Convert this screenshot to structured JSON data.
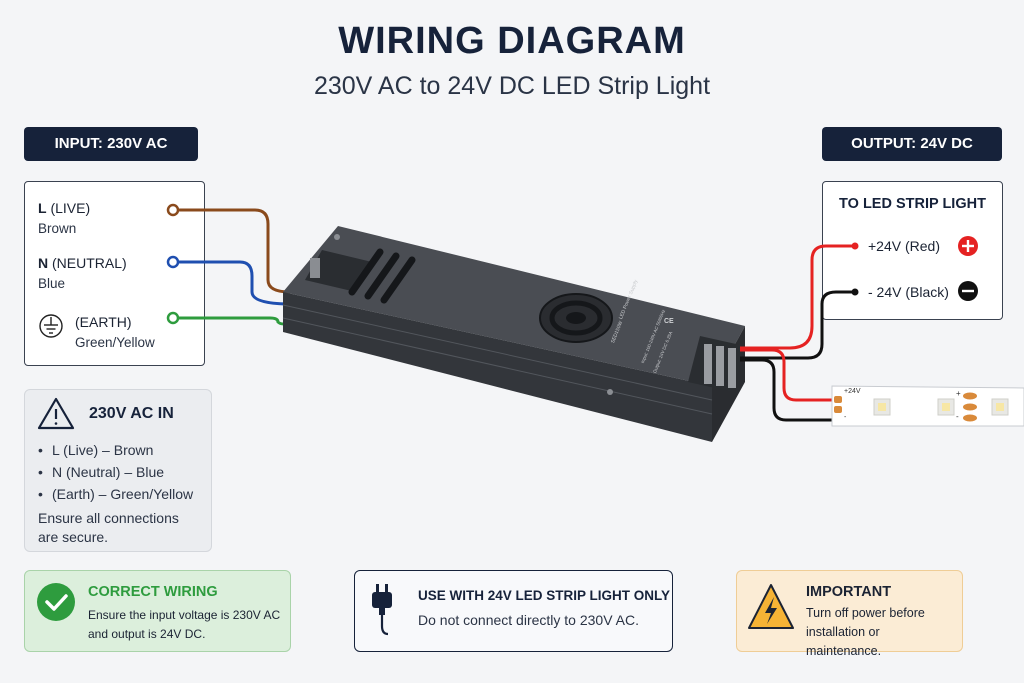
{
  "header": {
    "title": "WIRING DIAGRAM",
    "subtitle": "230V AC to 24V DC LED Strip Light"
  },
  "input": {
    "tag": "INPUT: 230V AC",
    "live_key": "L",
    "live_rest": "(LIVE)",
    "live_color": "Brown",
    "neutral_key": "N",
    "neutral_rest": "(NEUTRAL)",
    "neutral_color": "Blue",
    "earth_label": "(EARTH)",
    "earth_color": "Green/Yellow"
  },
  "output": {
    "tag": "OUTPUT: 24V DC",
    "box_title": "TO LED STRIP LIGHT",
    "positive": "+24V (Red)",
    "negative": "- 24V (Black)"
  },
  "psu": {
    "markings": [
      "LED Power Supply",
      "CE",
      "SED150W",
      "Input: 100-240V AC 50/60Hz",
      "Output: 24V DC 6.25A"
    ]
  },
  "strip": {
    "pos_label": "+24V",
    "neg_label": "-",
    "plus": "+",
    "minus": "-"
  },
  "ac_in_card": {
    "title": "230V AC IN",
    "items": [
      "L (Live) – Brown",
      "N (Neutral) – Blue",
      "(Earth) – Green/Yellow"
    ],
    "note": "Ensure all connections are secure."
  },
  "correct_card": {
    "title": "CORRECT WIRING",
    "text": "Ensure the input voltage is 230V AC and output is 24V DC."
  },
  "use_card": {
    "title": "USE WITH 24V LED STRIP LIGHT ONLY",
    "text": "Do not connect directly to 230V AC."
  },
  "important_card": {
    "title": "IMPORTANT",
    "text": "Turn off power before installation or maintenance."
  },
  "colors": {
    "navy": "#16223a",
    "brown": "#8a4a1c",
    "blue": "#1f4fb0",
    "green": "#2e9c3e",
    "red": "#e52222",
    "black": "#111111"
  }
}
